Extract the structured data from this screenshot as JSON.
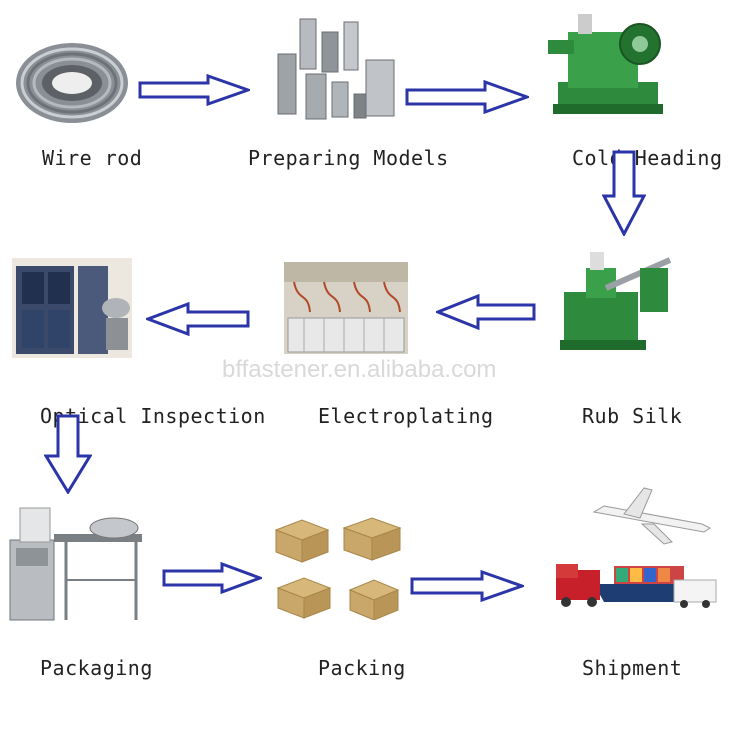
{
  "steps": [
    {
      "id": "wire_rod",
      "label": "Wire rod"
    },
    {
      "id": "preparing_models",
      "label": "Preparing Models"
    },
    {
      "id": "cold_heading",
      "label": "Cold Heading"
    },
    {
      "id": "rub_silk",
      "label": "Rub Silk"
    },
    {
      "id": "electroplating",
      "label": "Electroplating"
    },
    {
      "id": "optical_inspection",
      "label": "Optical Inspection"
    },
    {
      "id": "packaging",
      "label": "Packaging"
    },
    {
      "id": "packing",
      "label": "Packing"
    },
    {
      "id": "shipment",
      "label": "Shipment"
    }
  ],
  "watermark": "bffastener.en.alibaba.com",
  "colors": {
    "arrow": "#2b35a8",
    "machine_green": "#2e8b3e",
    "box": "#d8b77a"
  }
}
